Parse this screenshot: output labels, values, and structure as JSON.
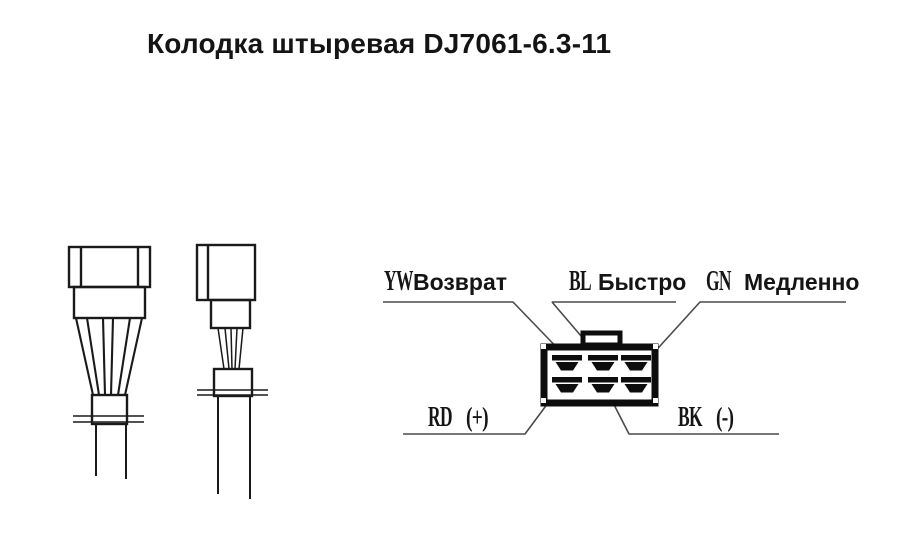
{
  "title": "Колодка штыревая DJ7061-6.3-11",
  "pin_labels": {
    "yw": {
      "code": "YW",
      "name": "Возврат"
    },
    "bl": {
      "code": "BL",
      "name": "Быстро"
    },
    "gn": {
      "code": "GN",
      "name": "Медленно"
    },
    "rd": {
      "code": "RD",
      "name": "(+)"
    },
    "bk": {
      "code": "BK",
      "name": "(-)"
    }
  },
  "connector": {
    "model": "DJ7061-6.3-11",
    "pin_count": 6,
    "rows": 2,
    "pins_per_row": 3
  },
  "colors": {
    "background": "#ffffff",
    "drawing_line": "#1a1a1a",
    "leader_line": "#4a4a4a",
    "pin_fill": "#0d0d0d",
    "text": "#141414"
  }
}
